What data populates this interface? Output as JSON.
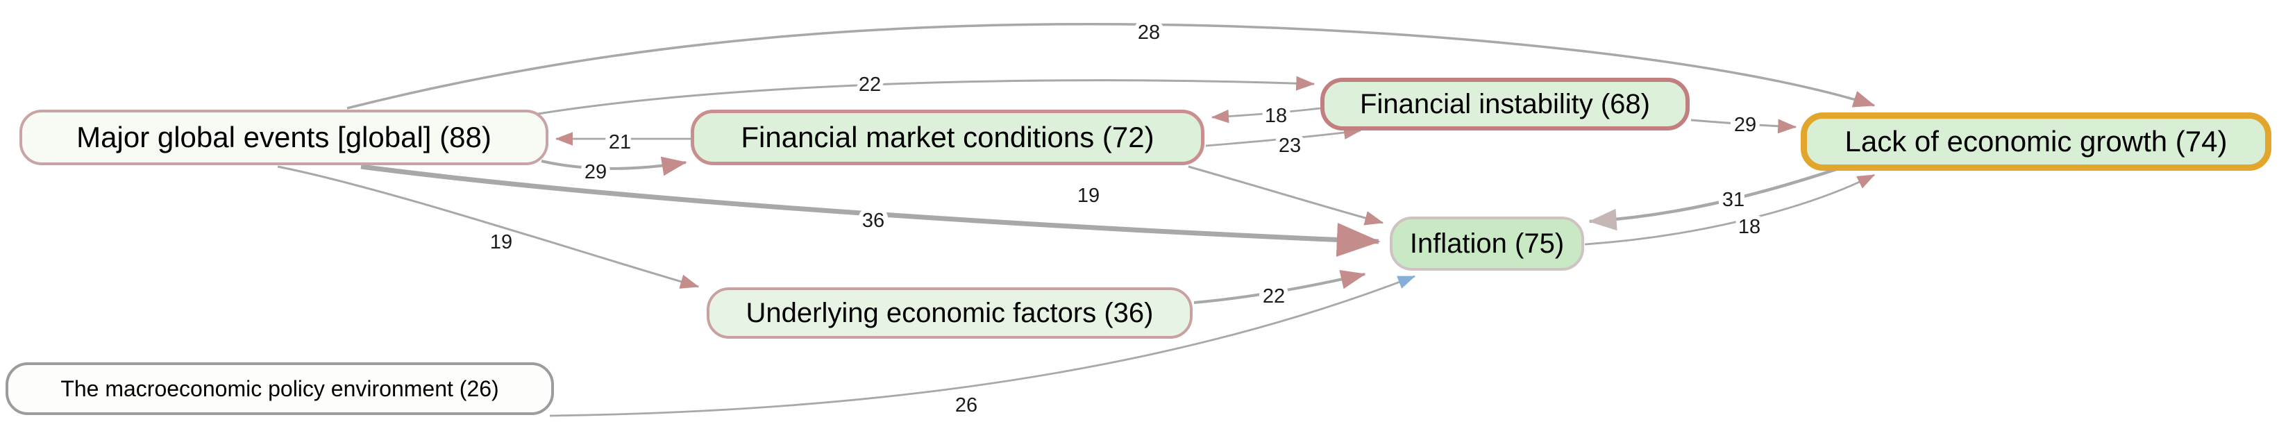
{
  "diagram": {
    "type": "directed-concept-graph",
    "description": "Causal map of economic concepts with edge weights"
  },
  "colors": {
    "canvas_bg": "#ffffff",
    "edge_line": "#a8a8a8",
    "arrow_pink": "#c58c8c",
    "arrow_muted": "#c6b7b7",
    "arrow_blue": "#86aed7",
    "selected_border": "#e2a62c"
  },
  "nodes": [
    {
      "id": "major-global-events",
      "label": "Major global events [global] (88)",
      "value": 88,
      "bg": "#f7fbf4",
      "border_color": "#c8a4a4",
      "border_width": 4,
      "selected": false
    },
    {
      "id": "financial-market-conditions",
      "label": "Financial market conditions (72)",
      "value": 72,
      "bg": "#ddf0da",
      "border_color": "#c98e8e",
      "border_width": 5,
      "selected": false
    },
    {
      "id": "financial-instability",
      "label": "Financial instability (68)",
      "value": 68,
      "bg": "#ddf0da",
      "border_color": "#c27f7f",
      "border_width": 6,
      "selected": false
    },
    {
      "id": "lack-of-economic-growth",
      "label": "Lack of economic growth (74)",
      "value": 74,
      "bg": "#d9efd5",
      "border_color": "#e2a62c",
      "border_width": 9,
      "selected": true
    },
    {
      "id": "inflation",
      "label": "Inflation (75)",
      "value": 75,
      "bg": "#c8e9c4",
      "border_color": "#cfc2c2",
      "border_width": 4,
      "selected": false
    },
    {
      "id": "underlying-economic-factors",
      "label": "Underlying economic factors (36)",
      "value": 36,
      "bg": "#e7f4e3",
      "border_color": "#c9a1a1",
      "border_width": 4,
      "selected": false
    },
    {
      "id": "the-macroeconomic-policy-environment",
      "label": "The macroeconomic policy environment (26)",
      "value": 26,
      "bg": "#fdfdfb",
      "border_color": "#9c9c9c",
      "border_width": 4,
      "selected": false
    }
  ],
  "edges": [
    {
      "from": "major-global-events",
      "to": "lack-of-economic-growth",
      "weight": "28"
    },
    {
      "from": "major-global-events",
      "to": "financial-instability",
      "weight": "22"
    },
    {
      "from": "financial-market-conditions",
      "to": "major-global-events",
      "weight": "21"
    },
    {
      "from": "major-global-events",
      "to": "financial-market-conditions",
      "weight": "29"
    },
    {
      "from": "financial-instability",
      "to": "financial-market-conditions",
      "weight": "18"
    },
    {
      "from": "financial-market-conditions",
      "to": "financial-instability",
      "weight": "23"
    },
    {
      "from": "financial-market-conditions",
      "to": "inflation",
      "weight": "19"
    },
    {
      "from": "major-global-events",
      "to": "inflation",
      "weight": "36"
    },
    {
      "from": "major-global-events",
      "to": "underlying-economic-factors",
      "weight": "19"
    },
    {
      "from": "underlying-economic-factors",
      "to": "inflation",
      "weight": "22"
    },
    {
      "from": "the-macroeconomic-policy-environment",
      "to": "inflation",
      "weight": "26"
    },
    {
      "from": "financial-instability",
      "to": "lack-of-economic-growth",
      "weight": "29"
    },
    {
      "from": "lack-of-economic-growth",
      "to": "inflation",
      "weight": "31"
    },
    {
      "from": "inflation",
      "to": "lack-of-economic-growth",
      "weight": "18"
    }
  ]
}
